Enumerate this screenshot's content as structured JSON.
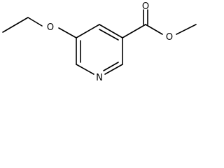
{
  "molecule": {
    "atoms": {
      "ethoxy_oxygen": "O",
      "carbonyl_oxygen": "O",
      "ester_oxygen": "O",
      "ring_nitrogen": "N"
    }
  }
}
